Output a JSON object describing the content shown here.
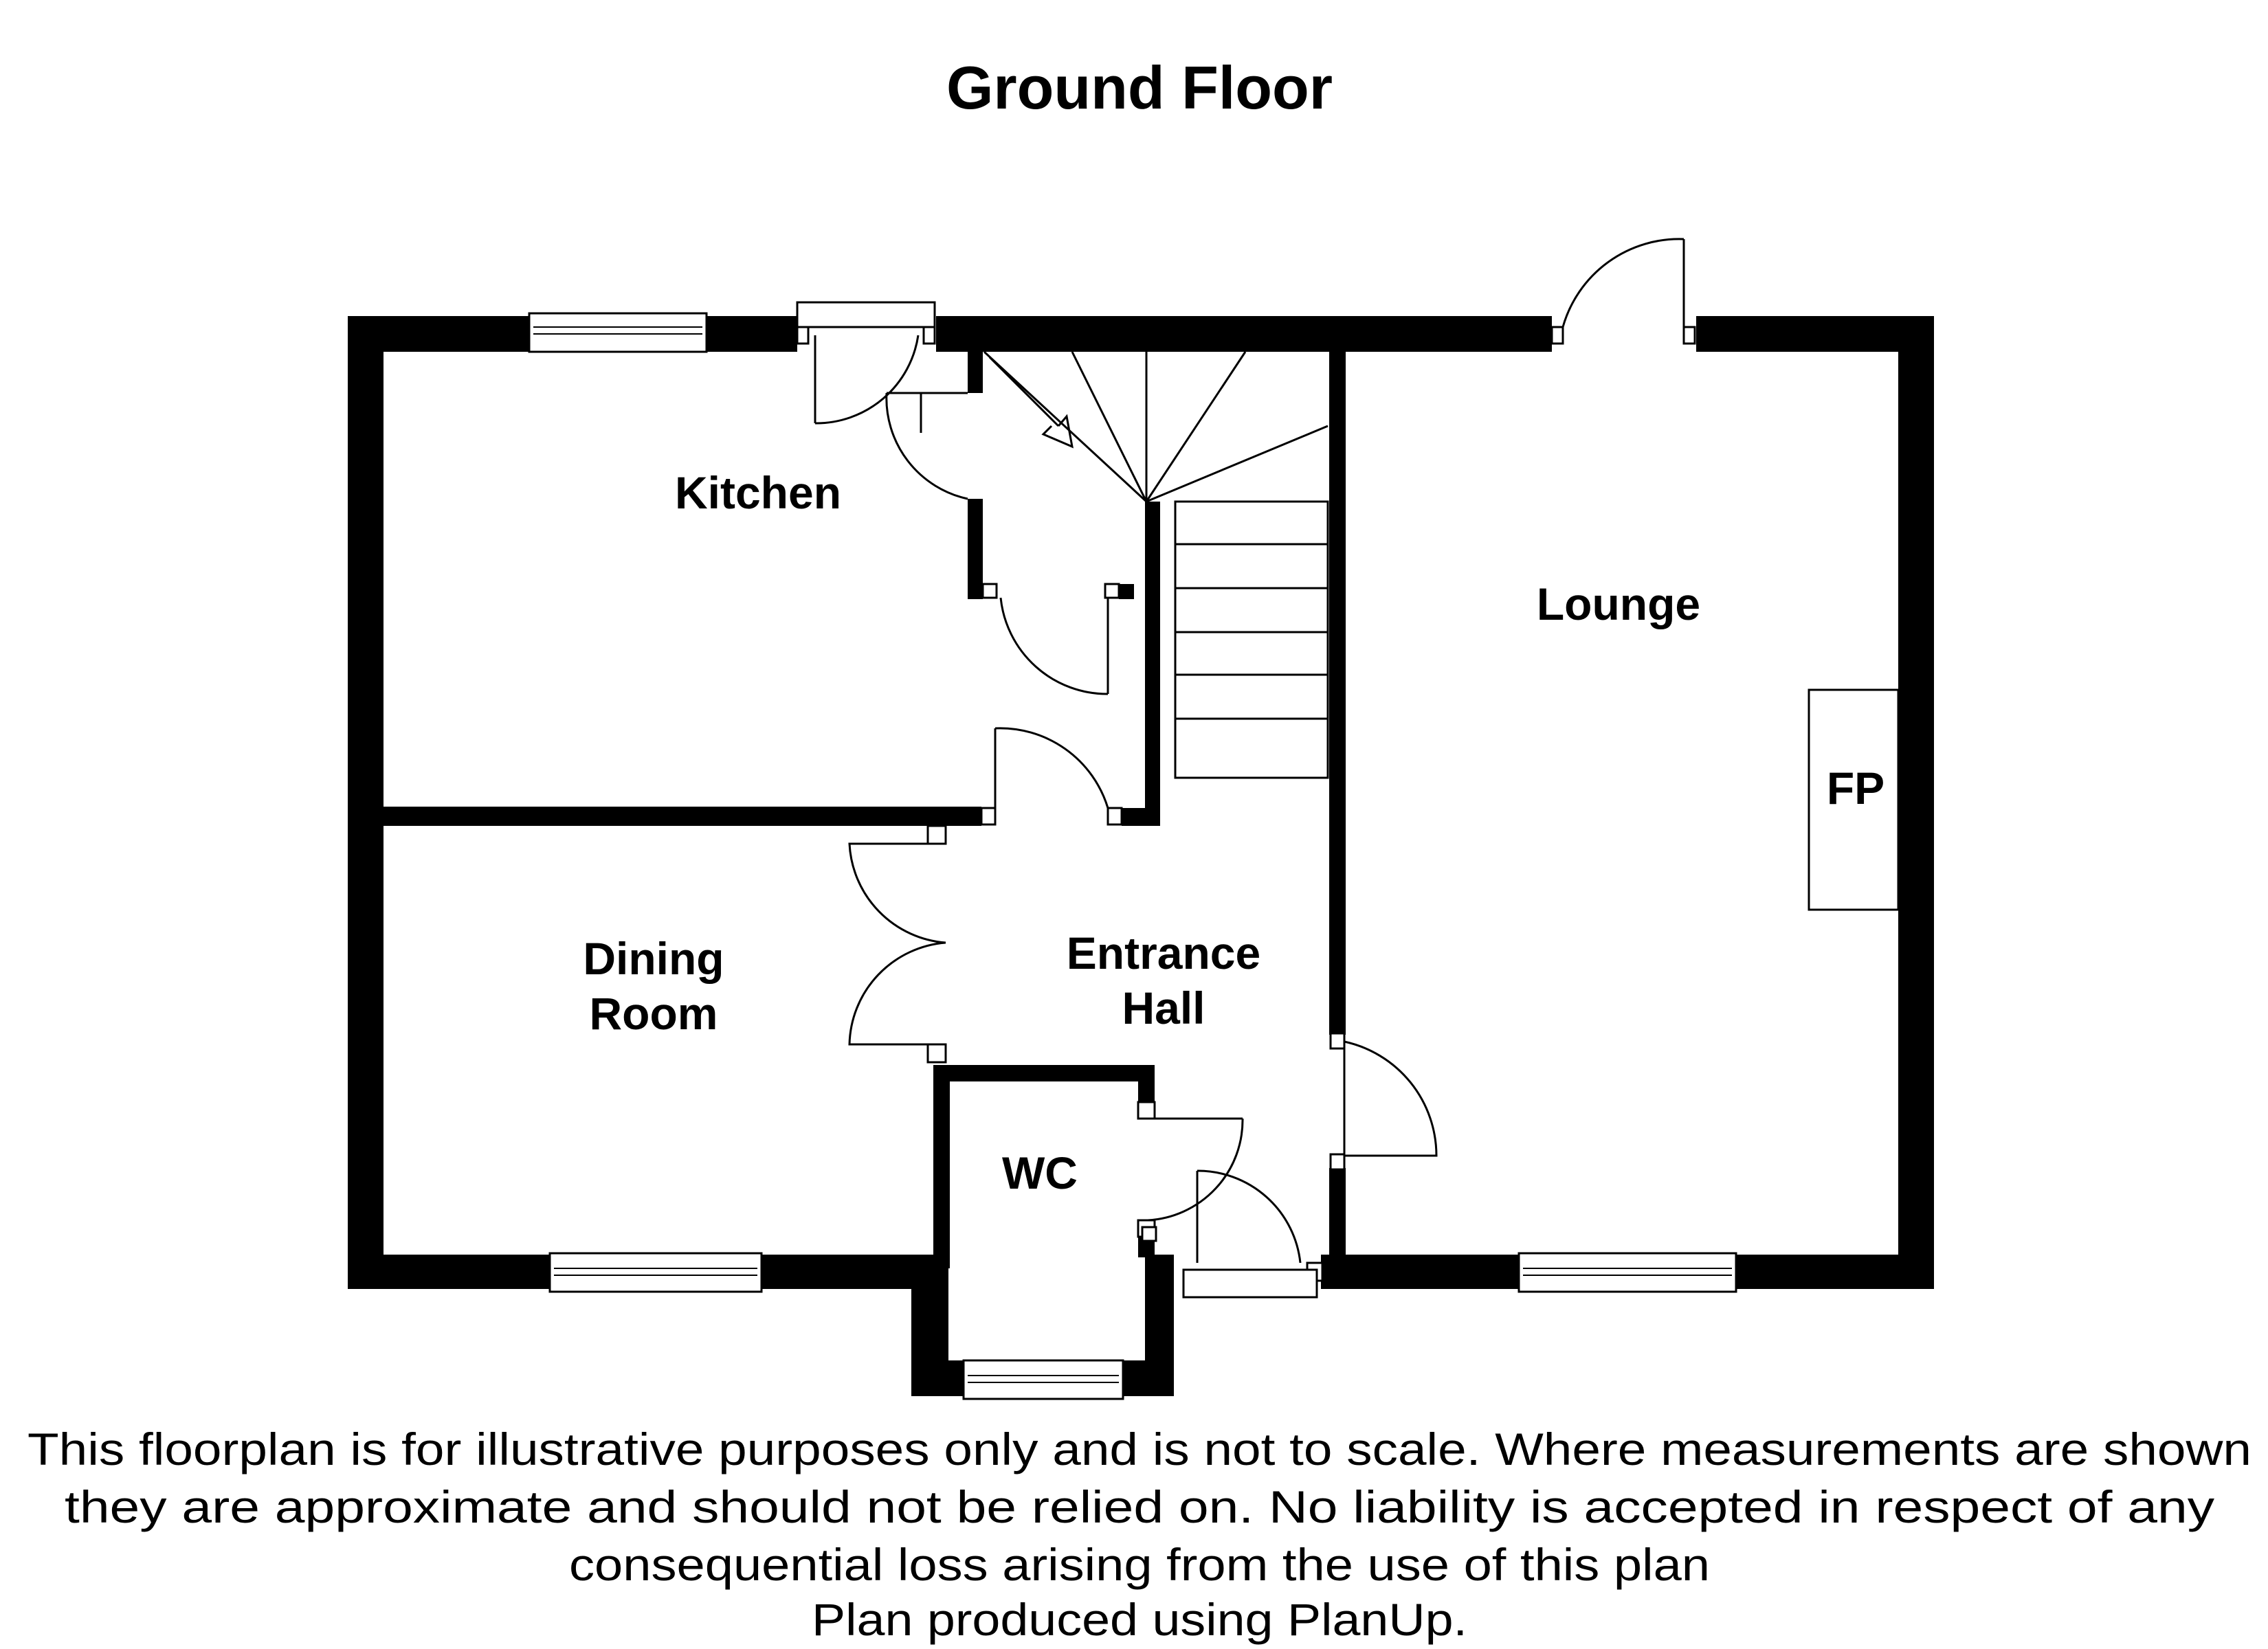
{
  "title": "Ground Floor",
  "rooms": {
    "kitchen": [
      "Kitchen"
    ],
    "lounge": [
      "Lounge"
    ],
    "fireplace": [
      "FP"
    ],
    "dining_room": [
      "Dining",
      "Room"
    ],
    "entrance_hall": [
      "Entrance",
      "Hall"
    ],
    "wc": [
      "WC"
    ]
  },
  "disclaimer": {
    "line1": "This floorplan is for illustrative purposes only and is not to scale. Where measurements are shown",
    "line2": "they are approximate and should not be relied on. No liability is accepted in respect of any",
    "line3": "consequential loss arising from the use of this plan",
    "line4": "Plan produced using PlanUp."
  }
}
